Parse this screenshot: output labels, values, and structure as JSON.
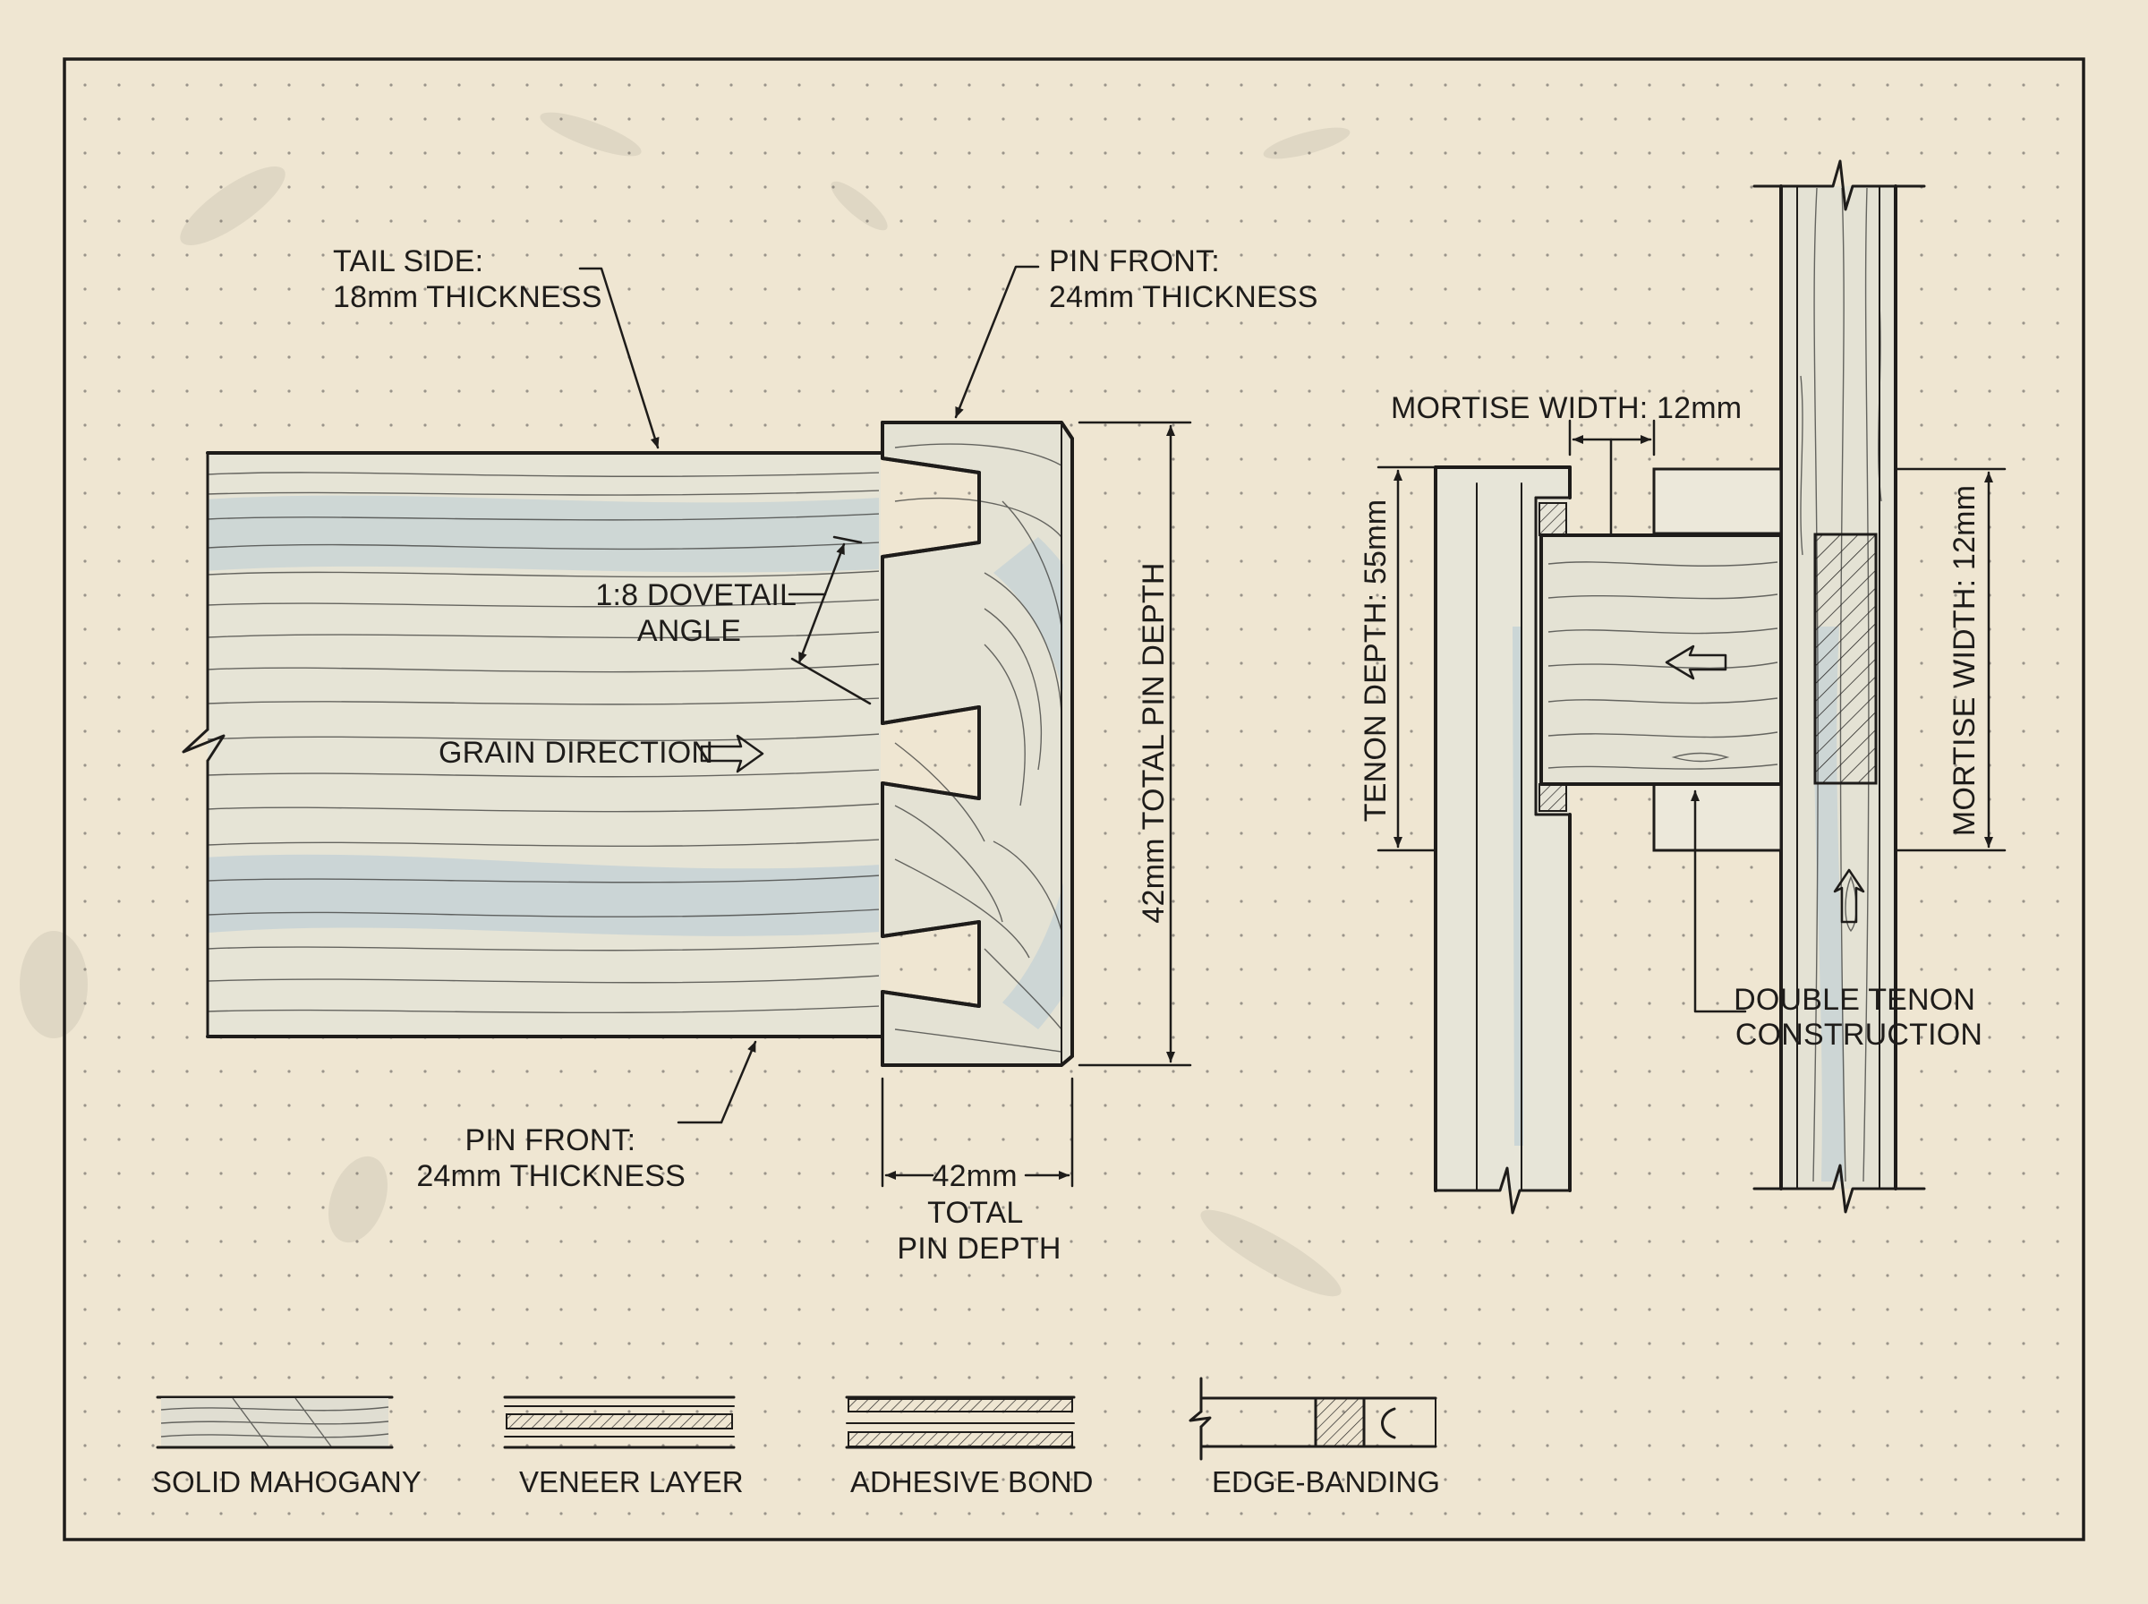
{
  "colors": {
    "paper": "#efe6d2",
    "ink": "#1e1c1a",
    "wood": "#e4e2d4",
    "wash": "#b9ccd6"
  },
  "dovetail": {
    "tail_side_label": [
      "TAIL SIDE:",
      "18mm THICKNESS"
    ],
    "pin_front_top_label": [
      "PIN FRONT:",
      "24mm THICKNESS"
    ],
    "dovetail_angle_label": [
      "1:8 DOVETAIL",
      "ANGLE"
    ],
    "grain_direction_label": "GRAIN DIRECTION",
    "pin_depth_vertical_label": "42mm TOTAL PIN DEPTH",
    "pin_front_bottom_label": [
      "PIN FRONT:",
      "24mm THICKNESS"
    ],
    "pin_depth_bottom_label": [
      "42mm",
      "TOTAL",
      "PIN DEPTH"
    ]
  },
  "mortise_tenon": {
    "mortise_width_top_label": "MORTISE WIDTH: 12mm",
    "tenon_depth_label": "TENON DEPTH: 55mm",
    "mortise_width_right_label": "MORTISE WIDTH: 12mm",
    "double_tenon_label": [
      "DOUBLE TENON",
      "CONSTRUCTION"
    ]
  },
  "legend": {
    "items": [
      {
        "label": "SOLID MAHOGANY"
      },
      {
        "label": "VENEER LAYER"
      },
      {
        "label": "ADHESIVE BOND"
      },
      {
        "label": "EDGE-BANDING"
      }
    ]
  }
}
